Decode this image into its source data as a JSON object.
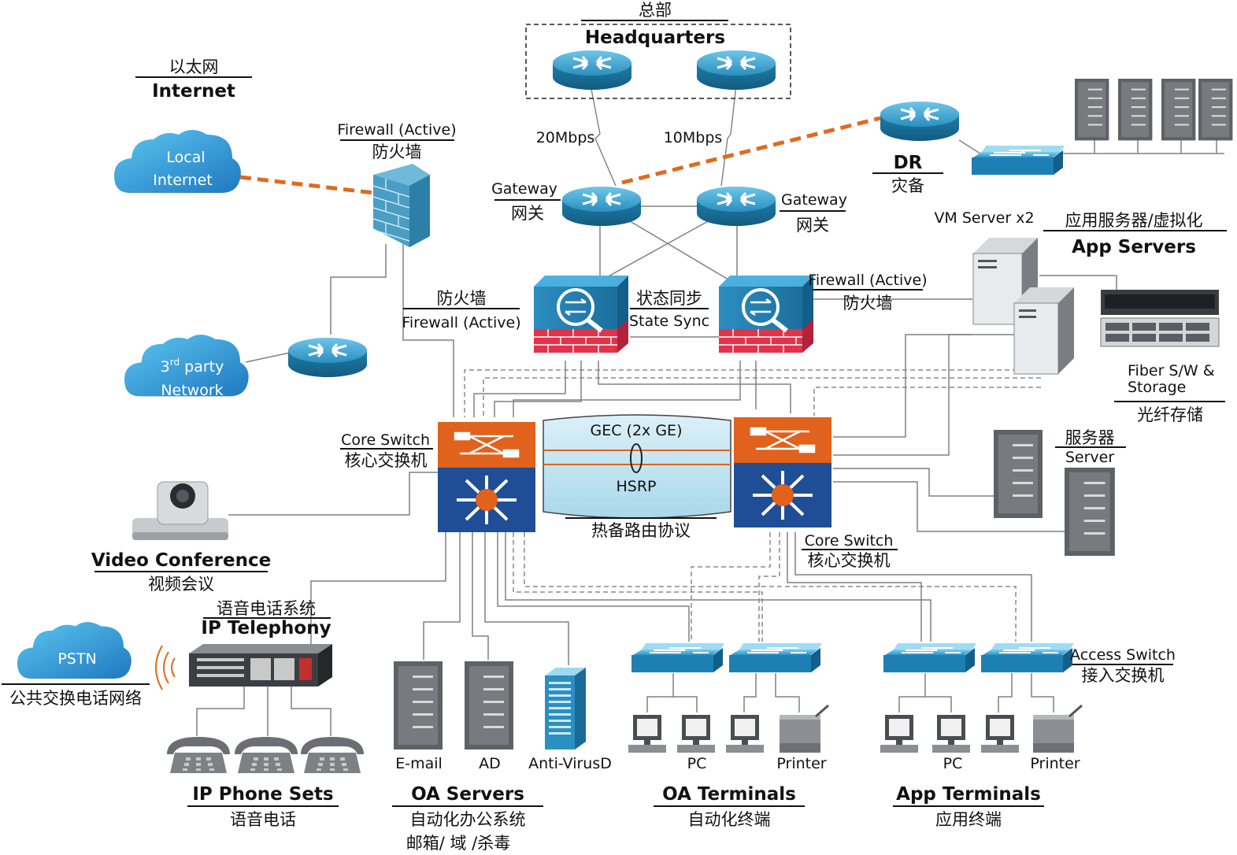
{
  "headquarters": {
    "cn": "总部",
    "en": "Headquarters"
  },
  "internet": {
    "cn": "以太网",
    "en": "Internet"
  },
  "clouds": {
    "local_internet": [
      "Local",
      "Internet"
    ],
    "third_party": [
      "3rd party",
      "Network"
    ],
    "third_party_sup": "rd",
    "pstn": "PSTN"
  },
  "pstn_caption": "公共交换电话网络",
  "firewall_internet": {
    "en": "Firewall (Active)",
    "cn": "防火墙"
  },
  "firewall_left": {
    "cn": "防火墙",
    "en": "Firewall (Active)"
  },
  "firewall_right": {
    "en": "Firewall (Active)",
    "cn": "防火墙"
  },
  "state_sync": {
    "cn": "状态同步",
    "en": "State Sync"
  },
  "gateway_left": {
    "en": "Gateway",
    "cn": "网关"
  },
  "gateway_right": {
    "en": "Gateway",
    "cn": "网关"
  },
  "wan_links": {
    "left": "20Mbps",
    "right": "10Mbps"
  },
  "dr": {
    "en": "DR",
    "cn": "灾备"
  },
  "app_servers": {
    "note": "VM Server x2",
    "cn": "应用服务器/虚拟化",
    "en": "App Servers"
  },
  "storage": {
    "en": "Fiber S/W &\nStorage",
    "en1": "Fiber S/W &",
    "en2": "Storage",
    "cn": "光纤存储"
  },
  "server": {
    "cn": "服务器",
    "en": "Server"
  },
  "core_left": {
    "en": "Core Switch",
    "cn": "核心交换机"
  },
  "core_right": {
    "en": "Core Switch",
    "cn": "核心交换机"
  },
  "gec": {
    "top": "GEC (2x GE)",
    "bottom": "HSRP",
    "cn": "热备路由协议"
  },
  "video": {
    "en": "Video Conference",
    "cn": "视频会议"
  },
  "telephony": {
    "cn": "语音电话系统",
    "en": "IP Telephony"
  },
  "ip_phones": {
    "en": "IP Phone Sets",
    "cn": "语音电话"
  },
  "oa_servers": {
    "en": "OA Servers",
    "cn": "自动化办公系统",
    "sub": "邮箱/ 域 /杀毒",
    "items": [
      "E-mail",
      "AD",
      "Anti-VirusD"
    ]
  },
  "oa_terminals": {
    "en": "OA Terminals",
    "cn": "自动化终端",
    "pc": "PC",
    "printer": "Printer"
  },
  "app_terminals": {
    "en": "App Terminals",
    "cn": "应用终端",
    "pc": "PC",
    "printer": "Printer"
  },
  "access_switch": {
    "en": "Access Switch",
    "cn": "接入交换机"
  },
  "colors": {
    "router_blue": "#2a8fbf",
    "switch_orange": "#e0621c",
    "switch_navy": "#1f4e96",
    "firewall_red": "#e2334a",
    "dr_link": "#e2691f",
    "cloud_blue": "#2fa3dc"
  },
  "icons": [
    "router-icon",
    "firewall-icon",
    "core-switch-icon",
    "access-switch-icon",
    "server-tower-icon",
    "storage-array-icon",
    "pc-icon",
    "printer-icon",
    "ip-phone-icon",
    "pbx-icon",
    "camera-icon",
    "cloud-icon",
    "brick-wall-icon"
  ]
}
